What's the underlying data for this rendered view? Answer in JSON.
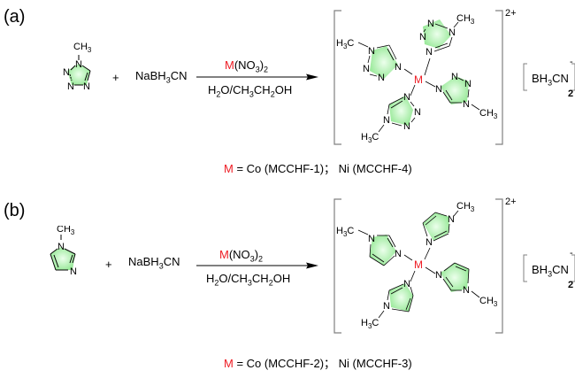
{
  "colors": {
    "metal": "#ee1c24",
    "ring_fill": "#8ee68e",
    "ring_fill_center": "#e6ffe6",
    "bond": "#000000",
    "bracket": "#808080"
  },
  "panels": [
    {
      "label": "(a)",
      "ligand": {
        "name": "1-methyltetrazole",
        "methyl": "CH3",
        "ring_atoms": [
          "N",
          "N",
          "N",
          "N"
        ]
      },
      "plus": "+",
      "reagent": {
        "base": "NaBH",
        "sub": "3",
        "tail": "CN"
      },
      "arrow_top": {
        "metal": "M",
        "rest": "(NO",
        "sub1": "3",
        "close": ")",
        "sub2": "2"
      },
      "arrow_bottom": {
        "p1": "H",
        "s1": "2",
        "p2": "O/CH",
        "s2": "3",
        "p3": "CH",
        "s3": "2",
        "p4": "OH"
      },
      "product": {
        "metal": "M",
        "charge": "2+",
        "methyl_left": "H3C",
        "methyl_right": "CH3",
        "counterion": {
          "base": "BH",
          "sub": "3",
          "tail": "CN",
          "charge": "-",
          "count": "2"
        }
      },
      "caption": {
        "metal": "M",
        "text": " = Co (MCCHF-1)； Ni (MCCHF-4)"
      }
    },
    {
      "label": "(b)",
      "ligand": {
        "name": "1-methylimidazole",
        "methyl": "CH3",
        "ring_atoms": [
          "N",
          "N"
        ]
      },
      "plus": "+",
      "reagent": {
        "base": "NaBH",
        "sub": "3",
        "tail": "CN"
      },
      "arrow_top": {
        "metal": "M",
        "rest": "(NO",
        "sub1": "3",
        "close": ")",
        "sub2": "2"
      },
      "arrow_bottom": {
        "p1": "H",
        "s1": "2",
        "p2": "O/CH",
        "s2": "3",
        "p3": "CH",
        "s3": "2",
        "p4": "OH"
      },
      "product": {
        "metal": "M",
        "charge": "2+",
        "methyl_left": "H3C",
        "methyl_right": "CH3",
        "counterion": {
          "base": "BH",
          "sub": "3",
          "tail": "CN",
          "charge": "-",
          "count": "2"
        }
      },
      "caption": {
        "metal": "M",
        "text": " = Co (MCCHF-2)； Ni (MCCHF-3)"
      }
    }
  ]
}
